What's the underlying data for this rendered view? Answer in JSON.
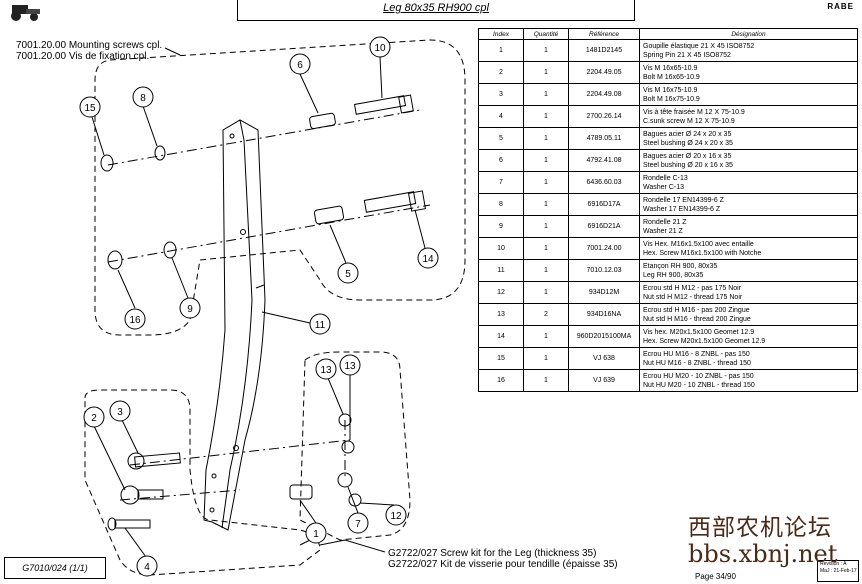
{
  "header": {
    "title": "Leg 80x35 RH900 cpl",
    "brand": "RABE"
  },
  "callouts": {
    "mounting_en": "7001.20.00 Mounting screws cpl.",
    "mounting_fr": "7001.20.00 Vis de fixation cpl.",
    "screwkit_en": "G2722/027 Screw kit for the Leg (thickness 35)",
    "screwkit_fr": "G2722/027 Kit de visserie pour tendille (épaisse 35)"
  },
  "balloons": [
    {
      "label": "10"
    },
    {
      "label": "6"
    },
    {
      "label": "8"
    },
    {
      "label": "15"
    },
    {
      "label": "14"
    },
    {
      "label": "5"
    },
    {
      "label": "11"
    },
    {
      "label": "16"
    },
    {
      "label": "9"
    },
    {
      "label": "13"
    },
    {
      "label": "13"
    },
    {
      "label": "2"
    },
    {
      "label": "3"
    },
    {
      "label": "1"
    },
    {
      "label": "7"
    },
    {
      "label": "12"
    },
    {
      "label": "4"
    }
  ],
  "table": {
    "headers": [
      "Index",
      "Quantité",
      "Référence",
      "Désignation"
    ],
    "rows": [
      {
        "index": "1",
        "qty": "1",
        "ref": "1481D2145",
        "des1": "Goupille élastique  21 X  45 ISO8752",
        "des2": "Spring Pin  21 X  45 ISO8752"
      },
      {
        "index": "2",
        "qty": "1",
        "ref": "2204.49.05",
        "des1": "Vis M 16x65-10.9",
        "des2": "Bolt M 16x65-10.9"
      },
      {
        "index": "3",
        "qty": "1",
        "ref": "2204.49.08",
        "des1": "Vis M 16x75-10.9",
        "des2": "Bolt M 16x75-10.9"
      },
      {
        "index": "4",
        "qty": "1",
        "ref": "2700.26.14",
        "des1": "Vis à tête fraisée M 12 X 75-10.9",
        "des2": "C.sunk screw M 12 X 75-10.9"
      },
      {
        "index": "5",
        "qty": "1",
        "ref": "4789.05.11",
        "des1": "Bagues acier Ø 24 x 20 x 35",
        "des2": "Steel bushing Ø 24 x 20 x 35"
      },
      {
        "index": "6",
        "qty": "1",
        "ref": "4792.41.08",
        "des1": "Bagues acier Ø 20 x 16 x 35",
        "des2": "Steel bushing Ø 20 x 16 x 35"
      },
      {
        "index": "7",
        "qty": "1",
        "ref": "6436.60.03",
        "des1": "Rondelle C-13",
        "des2": "Washer C-13"
      },
      {
        "index": "8",
        "qty": "1",
        "ref": "6916D17A",
        "des1": "Rondelle 17 EN14399-6 Z",
        "des2": "Washer 17 EN14399-6 Z"
      },
      {
        "index": "9",
        "qty": "1",
        "ref": "6916D21A",
        "des1": "Rondelle 21 Z",
        "des2": "Washer 21 Z"
      },
      {
        "index": "10",
        "qty": "1",
        "ref": "7001.24.00",
        "des1": "Vis Hex. M16x1.5x100 avec entaille",
        "des2": "Hex. Screw M16x1.5x100  with Notche"
      },
      {
        "index": "11",
        "qty": "1",
        "ref": "7010.12.03",
        "des1": "Etançon RH 900, 80x35",
        "des2": "Leg RH 900, 80x35"
      },
      {
        "index": "12",
        "qty": "1",
        "ref": "934D12M",
        "des1": "Ecrou  std H M12 - pas 175 Noir",
        "des2": "Nut  std H M12 - thread 175 Noir"
      },
      {
        "index": "13",
        "qty": "2",
        "ref": "934D16NA",
        "des1": "Ecrou  std H M16 - pas 200 Zingue",
        "des2": "Nut  std H M16 - thread 200 Zingue"
      },
      {
        "index": "14",
        "qty": "1",
        "ref": "960D2015100MA",
        "des1": "Vis hex. M20x1.5x100 Geomet 12.9",
        "des2": "Hex. Screw M20x1.5x100 Geomet 12.9"
      },
      {
        "index": "15",
        "qty": "1",
        "ref": "VJ 638",
        "des1": "Ecrou   HU M16 - 8 ZNBL  - pas 150",
        "des2": "Nut    HU M16 - 8 ZNBL  - thread 150"
      },
      {
        "index": "16",
        "qty": "1",
        "ref": "VJ 639",
        "des1": "Ecrou   HU M20 - 10 ZNBL - pas 150",
        "des2": "Nut    HU M20 - 10 ZNBL - thread 150"
      }
    ]
  },
  "footer": {
    "code": "G7010/024  (1/1)",
    "page": "Page  34/90",
    "revision": "Revision : A",
    "revision_date": "MaJ : 21-Feb-17"
  },
  "watermark": {
    "line1": "西部农机论坛",
    "line2": "bbs.xbnj.net"
  }
}
